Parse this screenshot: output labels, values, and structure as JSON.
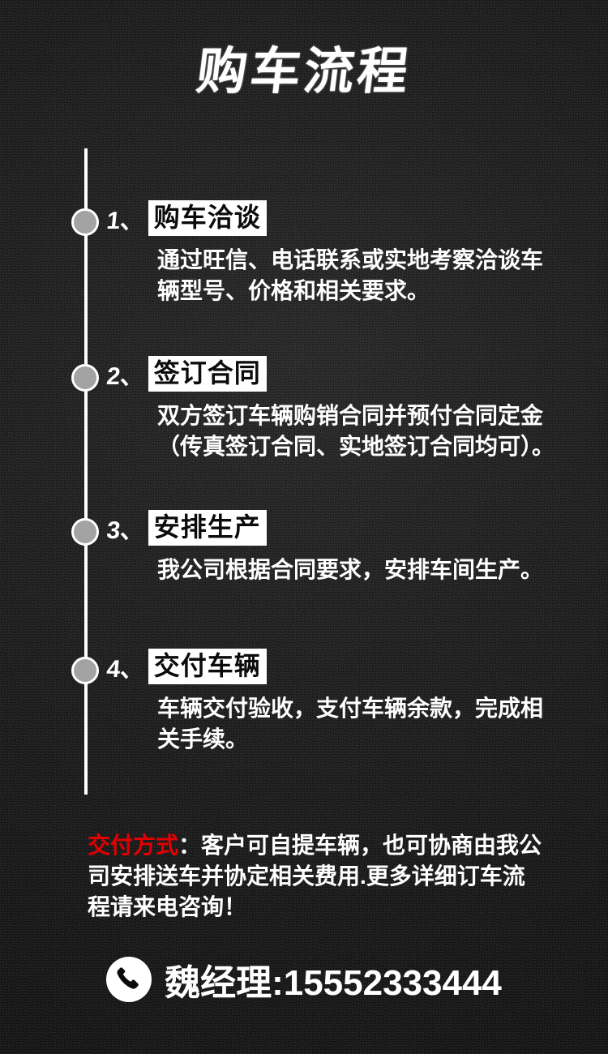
{
  "poster": {
    "title": "购车流程",
    "background_color": "#181818",
    "accent_color": "#e20000",
    "dot_color": "#a3a3a3",
    "line_color": "#ffffff"
  },
  "steps": [
    {
      "number": "1、",
      "title": "购车洽谈",
      "body": "通过旺信、电话联系或实地考察洽谈车辆型号、价格和相关要求。"
    },
    {
      "number": "2、",
      "title": "签订合同",
      "body": "双方签订车辆购销合同并预付合同定金（传真签订合同、实地签订合同均可）。"
    },
    {
      "number": "3、",
      "title": "安排生产",
      "body": "我公司根据合同要求，安排车间生产。"
    },
    {
      "number": "4、",
      "title": "交付车辆",
      "body": "车辆交付验收，支付车辆余款，完成相关手续。"
    }
  ],
  "note": {
    "label": "交付方式",
    "text": "：客户可自提车辆，也可协商由我公司安排送车并协定相关费用.更多详细订车流程请来电咨询！"
  },
  "contact": {
    "icon": "phone-icon",
    "text": "魏经理:15552333444"
  }
}
